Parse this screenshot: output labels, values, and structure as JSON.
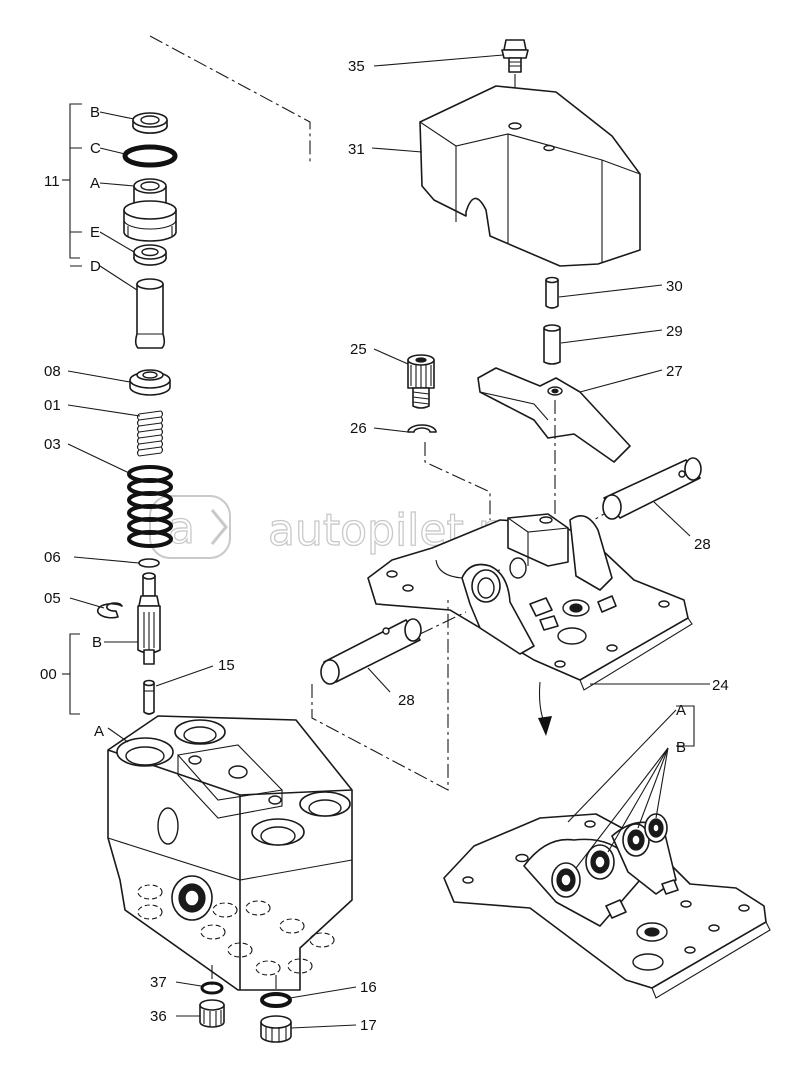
{
  "diagram": {
    "labels": {
      "l35": "35",
      "l31": "31",
      "l30": "30",
      "l29": "29",
      "l27": "27",
      "l25": "25",
      "l26": "26",
      "l28a": "28",
      "l28b": "28",
      "l24": "24",
      "lA_right": "A",
      "lB_right": "B",
      "lB_top": "B",
      "lC": "C",
      "l11": "11",
      "lA_top": "A",
      "lE": "E",
      "lD": "D",
      "l08": "08",
      "l01": "01",
      "l03": "03",
      "l06": "06",
      "l05": "05",
      "lB_mid": "B",
      "l00": "00",
      "lA_mid": "A",
      "l15": "15",
      "l37": "37",
      "l16": "16",
      "l36": "36",
      "l17": "17"
    },
    "watermark": "autopilet.ru"
  }
}
